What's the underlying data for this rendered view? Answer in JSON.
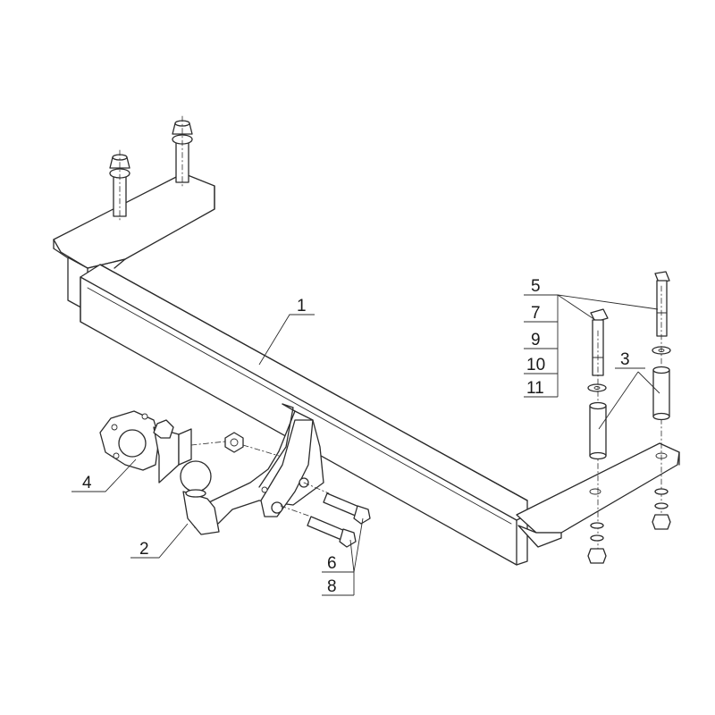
{
  "callouts": {
    "c1": "1",
    "c2": "2",
    "c3": "3",
    "c4": "4",
    "c5": "5",
    "c6": "6",
    "c7": "7",
    "c8": "8",
    "c9": "9",
    "c10": "10",
    "c11": "11"
  },
  "colors": {
    "line": "#2b2b2b",
    "background": "#ffffff"
  }
}
